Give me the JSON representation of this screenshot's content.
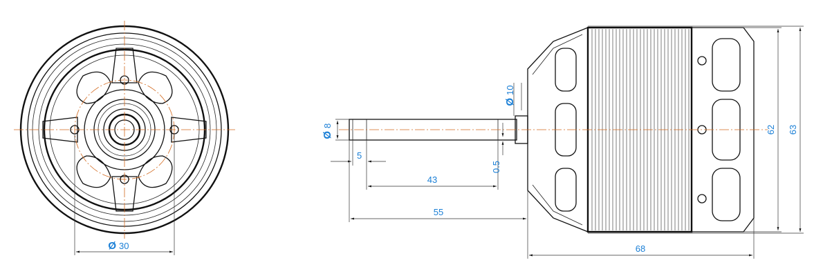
{
  "drawing": {
    "dimensions": {
      "front_bolt_circle": {
        "symbol": "Ø",
        "value": "30"
      },
      "shaft_diameter": {
        "symbol": "Ø",
        "value": "8"
      },
      "shaft_collar_diameter": {
        "symbol": "Ø",
        "value": "10"
      },
      "shaft_flat_length": "5",
      "flat_depth": "0.5",
      "shaft_usable_length": "43",
      "shaft_total_length": "55",
      "body_length": "68",
      "can_diameter": "62",
      "overall_diameter": "63"
    },
    "colors": {
      "dimension_text": "#1a7fd6",
      "centerline": "#d2691e",
      "ink": "#111111"
    }
  }
}
